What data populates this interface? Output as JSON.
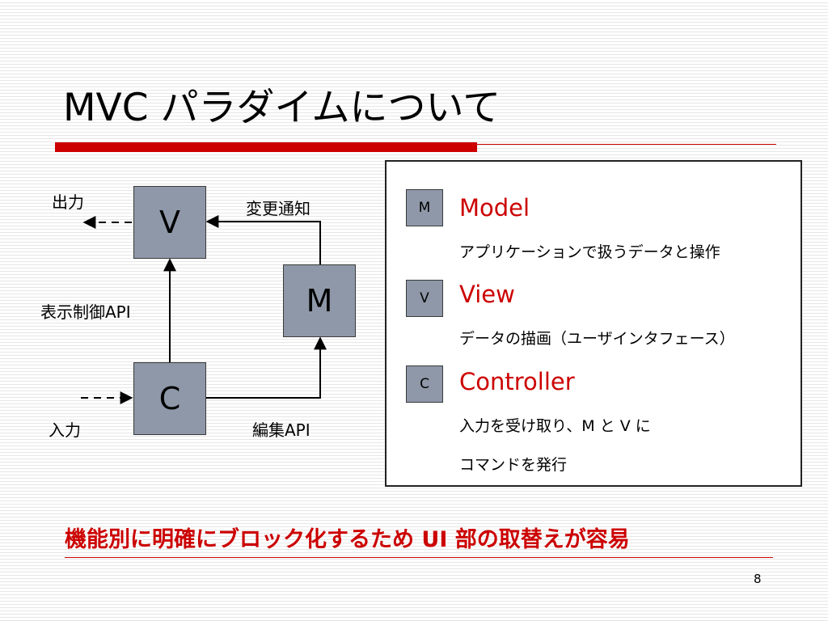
{
  "slide": {
    "title": "MVC パラダイムについて",
    "conclusion": "機能別に明確にブロック化するため UI 部の取替えが容易",
    "page_number": "8"
  },
  "diagram": {
    "nodes": {
      "v": "V",
      "m": "M",
      "c": "C"
    },
    "labels": {
      "output": "出力",
      "change_notify": "変更通知",
      "display_control_api": "表示制御API",
      "input": "入力",
      "edit_api": "編集API"
    }
  },
  "legend": {
    "items": [
      {
        "abbr": "M",
        "name": "Model",
        "desc": [
          "アプリケーションで扱うデータと操作"
        ]
      },
      {
        "abbr": "V",
        "name": "View",
        "desc": [
          "データの描画（ユーザインタフェース）"
        ]
      },
      {
        "abbr": "C",
        "name": "Controller",
        "desc": [
          "入力を受け取り、M と V に",
          "コマンドを発行"
        ]
      }
    ]
  },
  "colors": {
    "accent": "#cc0000",
    "node_fill": "#8e98a8"
  }
}
